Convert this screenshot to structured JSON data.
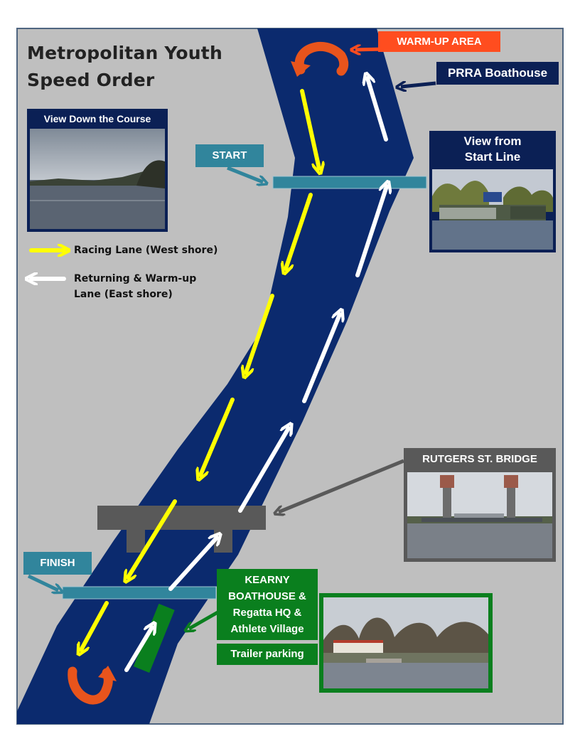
{
  "title": {
    "line1": "Metropolitan Youth",
    "line2": "Speed Order"
  },
  "labels": {
    "warmup": "WARM-UP AREA",
    "prra": "PRRA Boathouse",
    "start": "START",
    "finish": "FINISH",
    "view_down": "View Down the Course",
    "view_start_line1": "View from",
    "view_start_line2": "Start Line",
    "rutgers": "RUTGERS ST. BRIDGE",
    "kearny_line1": "KEARNY",
    "kearny_line2": "BOATHOUSE &",
    "kearny_line3": "Regatta HQ &",
    "kearny_line4": "Athlete Village",
    "trailer": "Trailer parking"
  },
  "legend": {
    "racing": "Racing Lane (West shore)",
    "returning_line1": "Returning & Warm-up",
    "returning_line2": "Lane (East shore)"
  },
  "colors": {
    "background": "#bfbfbf",
    "border": "#4f6580",
    "river": "#0b2a6e",
    "racing_arrow": "#ffff00",
    "return_arrow": "#ffffff",
    "warmup_label": "#ff4d1f",
    "navy_label": "#0b2055",
    "teal_label": "#31859c",
    "gray_label": "#595959",
    "green_label": "#0a7f1e",
    "bridge": "#595959",
    "turn_arrow": "#e8541c"
  },
  "icons": {
    "turn_top": "u-turn-arrow-icon",
    "turn_bottom": "u-turn-arrow-icon"
  }
}
